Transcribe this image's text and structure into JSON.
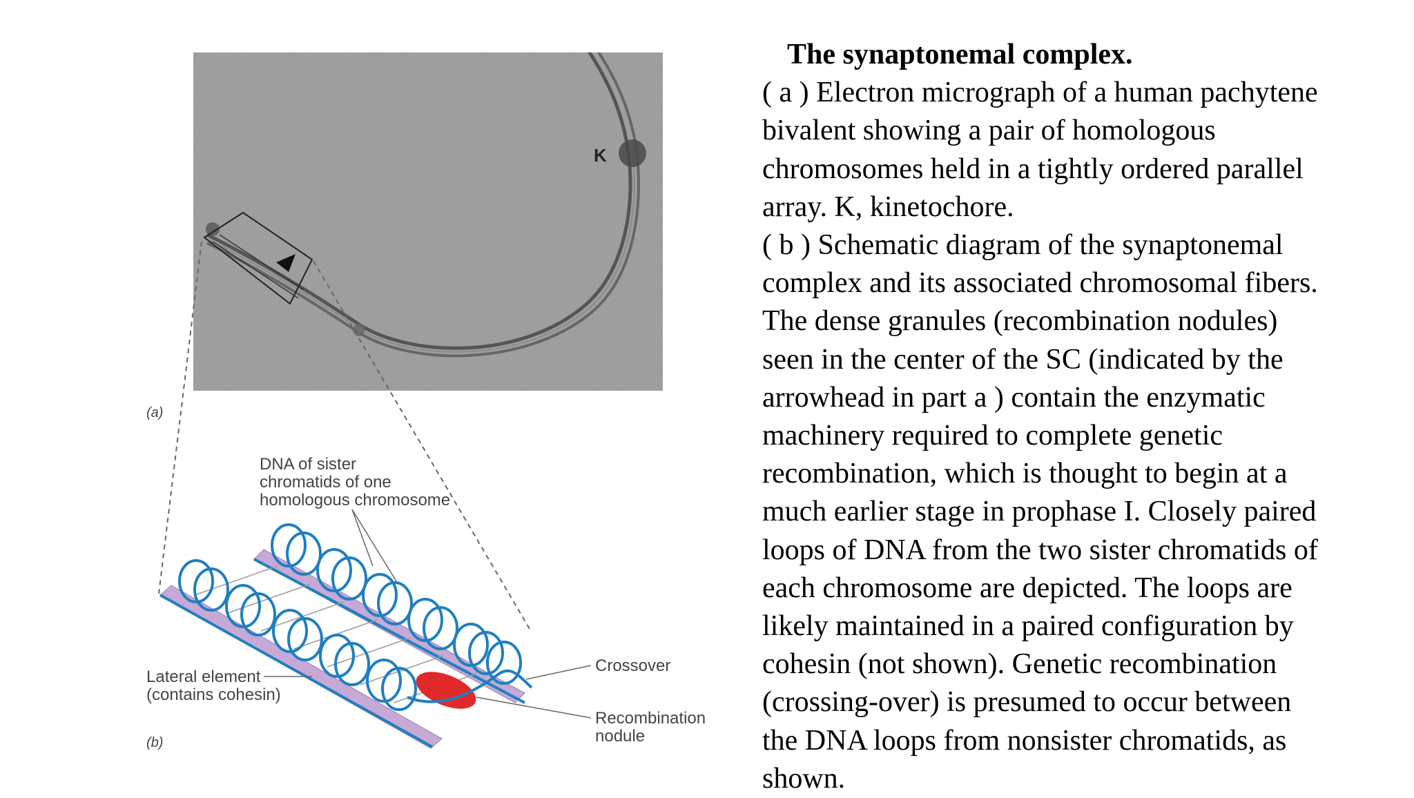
{
  "figure": {
    "panel_a_label": "(a)",
    "panel_b_label": "(b)",
    "kinetochore_label": "K",
    "annotations": {
      "dna_sister_1": "DNA of sister",
      "dna_sister_2": "chromatids of one",
      "dna_sister_3": "homologous chromosome",
      "lateral_1": "Lateral element",
      "lateral_2": "(contains cohesin)",
      "crossover": "Crossover",
      "recomb_1": "Recombination",
      "recomb_2": "nodule"
    },
    "colors": {
      "micrograph_bg": "#a9a9a9",
      "dna_loops": "#1f7fc0",
      "lateral_element": "#c6a9d6",
      "nodule": "#e02a2a"
    }
  },
  "caption": {
    "title": "The synaptonemal complex.",
    "lines": [
      "( a ) Electron micrograph of a human pachytene",
      "bivalent showing a pair of homologous",
      "chromosomes held in a tightly ordered parallel",
      "array. K, kinetochore.",
      "( b ) Schematic diagram of the synaptonemal",
      "complex and its associated chromosomal fibers.",
      "The dense granules (recombination nodules)",
      "seen in the center of the SC (indicated by the",
      "arrowhead in part  a ) contain the enzymatic",
      "machinery required to complete genetic",
      "recombination, which is thought to begin at a",
      "much earlier stage in prophase I. Closely paired",
      "loops of DNA from the two sister chromatids of",
      "each chromosome are depicted. The loops are",
      "likely maintained in a paired configuration by",
      "cohesin (not shown). Genetic recombination",
      "(crossing-over) is presumed to occur between",
      "the DNA loops from nonsister chromatids, as",
      "shown."
    ]
  }
}
